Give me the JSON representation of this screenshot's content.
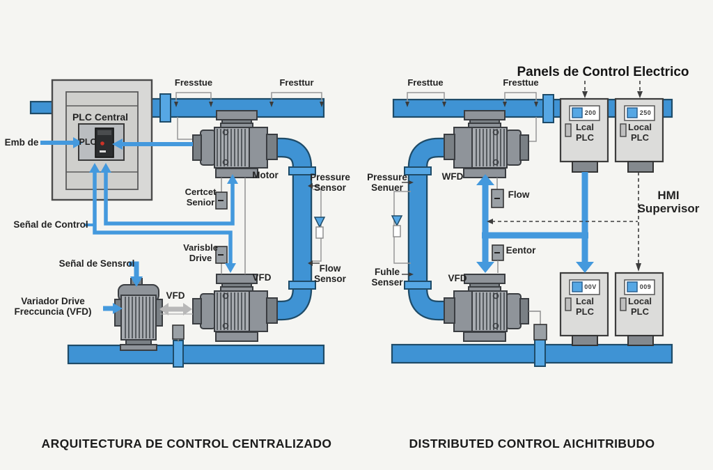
{
  "captions": {
    "left": "ARQUITECTURA DE CONTROL CENTRALIZADO",
    "right": "DISTRIBUTED CONTROL AICHITRIBUDO"
  },
  "left_diagram": {
    "cabinet_title": "PLC Central",
    "plc_device": "PLC",
    "labels": {
      "input": "Emb de",
      "control_signal": "Señal de Control",
      "sensor_signal": "Señal de Sensrol",
      "vfd_callout": "Variador Drive\nFreccuncia (VFD)",
      "pipe_bracket_1": "Fresstue",
      "pipe_bracket_2": "Fresttur",
      "motor": "Motor",
      "current_sensor": "Certcet\nSenior",
      "pressure_sensor": "Pressure\nSensor",
      "variable_drive": "Varisble\nDrive",
      "vfd_link": "VFD",
      "vfd_pump": "VFD",
      "flow_sensor": "Flow\nSensor"
    }
  },
  "right_diagram": {
    "title": "Panels de Control Electrico",
    "labels": {
      "pipe_bracket_1": "Fresttue",
      "pipe_bracket_2": "Fresttue",
      "pressure_sensor": "Pressure\nSenuer",
      "top_pump": "WFD",
      "flow_sensor": "Flow",
      "hmi": "HMI\nSupervisor",
      "motor_sensor": "Eentor",
      "level_sensor": "Fuhle\nSenser",
      "bottom_pump": "VFD"
    },
    "panels": [
      {
        "display": "200",
        "name": "Lcal\nPLC"
      },
      {
        "display": "250",
        "name": "Local\nPLC"
      },
      {
        "display": "00V",
        "name": "Lcal\nPLC"
      },
      {
        "display": "009",
        "name": "Local\nPLC"
      }
    ]
  },
  "colors": {
    "pipe_blue": "#3f93d4",
    "signal_blue": "#4499dd",
    "panel_gray": "#dcdcda",
    "motor_gray": "#a8acb1",
    "background": "#f5f5f2"
  }
}
